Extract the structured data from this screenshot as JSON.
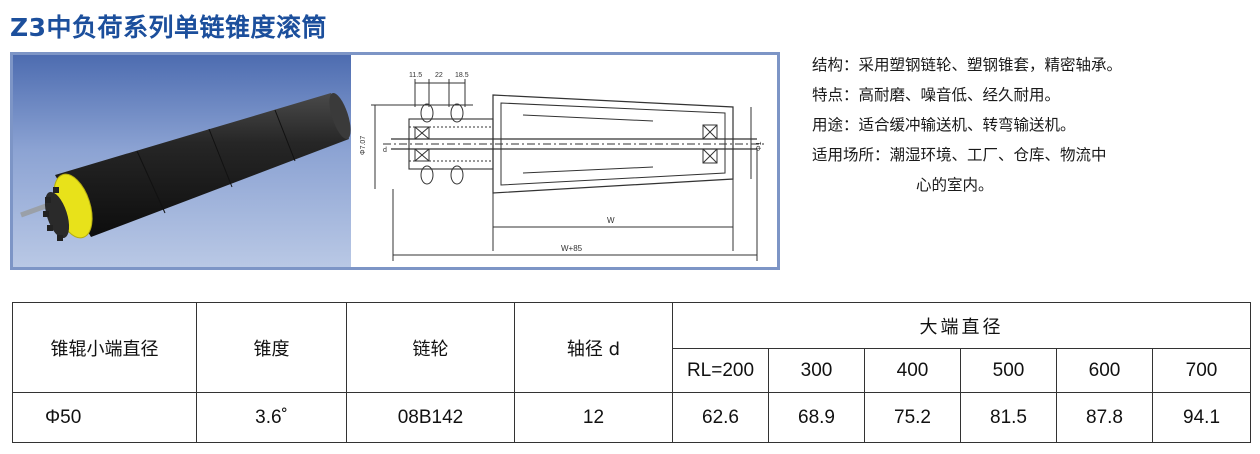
{
  "title": "Z3中负荷系列单链锥度滚筒",
  "specs": {
    "structure": "结构：采用塑钢链轮、塑钢锥套，精密轴承。",
    "features": "特点：高耐磨、噪音低、经久耐用。",
    "usage": "用途：适合缓冲输送机、转弯输送机。",
    "places_line1": "适用场所：潮湿环境、工厂、仓库、物流中",
    "places_line2": "心的室内。"
  },
  "drawing": {
    "dim_1": "11.5",
    "dim_2": "22",
    "dim_3": "18.5",
    "dim_d": "d",
    "dim_side": "Φ7.07",
    "dim_right": "Φ1",
    "dim_w": "W",
    "dim_w85": "W+85"
  },
  "table": {
    "col_small_dia": "锥辊小端直径",
    "col_taper": "锥度",
    "col_sprocket": "链轮",
    "col_shaft": "轴径 d",
    "col_big_dia": "大端直径",
    "rl_headers": [
      "RL=200",
      "300",
      "400",
      "500",
      "600",
      "700"
    ],
    "row": {
      "small_dia": "Φ50",
      "taper": "3.6˚",
      "sprocket": "08B142",
      "shaft": "12",
      "values": [
        "62.6",
        "68.9",
        "75.2",
        "81.5",
        "87.8",
        "94.1"
      ]
    }
  },
  "colors": {
    "title": "#1c4f9c",
    "frame": "#7d95c6",
    "roller_body": "#1e1e1e",
    "roller_end": "#e8e21a"
  }
}
